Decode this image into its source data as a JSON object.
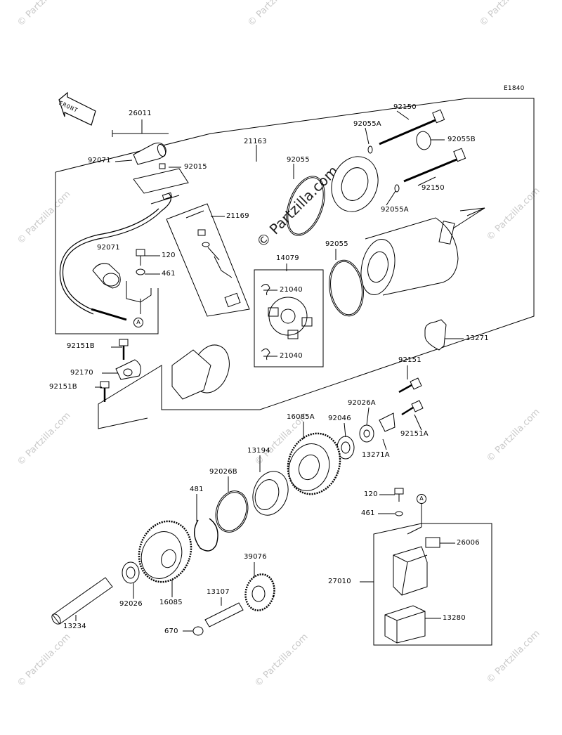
{
  "diagram_id": "E1840",
  "front_label": "FRONT",
  "watermark": "© Partzilla.com",
  "callouts": [
    {
      "id": "c-a1",
      "text": "A"
    },
    {
      "id": "c-a2",
      "text": "A"
    }
  ],
  "parts": [
    {
      "id": "p26011",
      "text": "26011"
    },
    {
      "id": "p92071a",
      "text": "92071"
    },
    {
      "id": "p92015",
      "text": "92015"
    },
    {
      "id": "p21163",
      "text": "21163"
    },
    {
      "id": "p92150a",
      "text": "92150"
    },
    {
      "id": "p92055a",
      "text": "92055A"
    },
    {
      "id": "p92055b",
      "text": "92055B"
    },
    {
      "id": "p92055",
      "text": "92055"
    },
    {
      "id": "p92150b",
      "text": "92150"
    },
    {
      "id": "p92055a2",
      "text": "92055A"
    },
    {
      "id": "p21169",
      "text": "21169"
    },
    {
      "id": "p92071b",
      "text": "92071"
    },
    {
      "id": "p120a",
      "text": "120"
    },
    {
      "id": "p461a",
      "text": "461"
    },
    {
      "id": "p14079",
      "text": "14079"
    },
    {
      "id": "p92055c",
      "text": "92055"
    },
    {
      "id": "p21040a",
      "text": "21040"
    },
    {
      "id": "p21040b",
      "text": "21040"
    },
    {
      "id": "p13271",
      "text": "13271"
    },
    {
      "id": "p92151b1",
      "text": "92151B"
    },
    {
      "id": "p92170",
      "text": "92170"
    },
    {
      "id": "p92151b2",
      "text": "92151B"
    },
    {
      "id": "p92151",
      "text": "92151"
    },
    {
      "id": "p92026a",
      "text": "92026A"
    },
    {
      "id": "p16085a",
      "text": "16085A"
    },
    {
      "id": "p92046",
      "text": "92046"
    },
    {
      "id": "p92151a",
      "text": "92151A"
    },
    {
      "id": "p13271a",
      "text": "13271A"
    },
    {
      "id": "p13194",
      "text": "13194"
    },
    {
      "id": "p92026b",
      "text": "92026B"
    },
    {
      "id": "p481",
      "text": "481"
    },
    {
      "id": "p120b",
      "text": "120"
    },
    {
      "id": "p461b",
      "text": "461"
    },
    {
      "id": "p26006",
      "text": "26006"
    },
    {
      "id": "p39076",
      "text": "39076"
    },
    {
      "id": "p27010",
      "text": "27010"
    },
    {
      "id": "p13107",
      "text": "13107"
    },
    {
      "id": "p92026",
      "text": "92026"
    },
    {
      "id": "p16085",
      "text": "16085"
    },
    {
      "id": "p13234",
      "text": "13234"
    },
    {
      "id": "p13280",
      "text": "13280"
    },
    {
      "id": "p670",
      "text": "670"
    }
  ]
}
